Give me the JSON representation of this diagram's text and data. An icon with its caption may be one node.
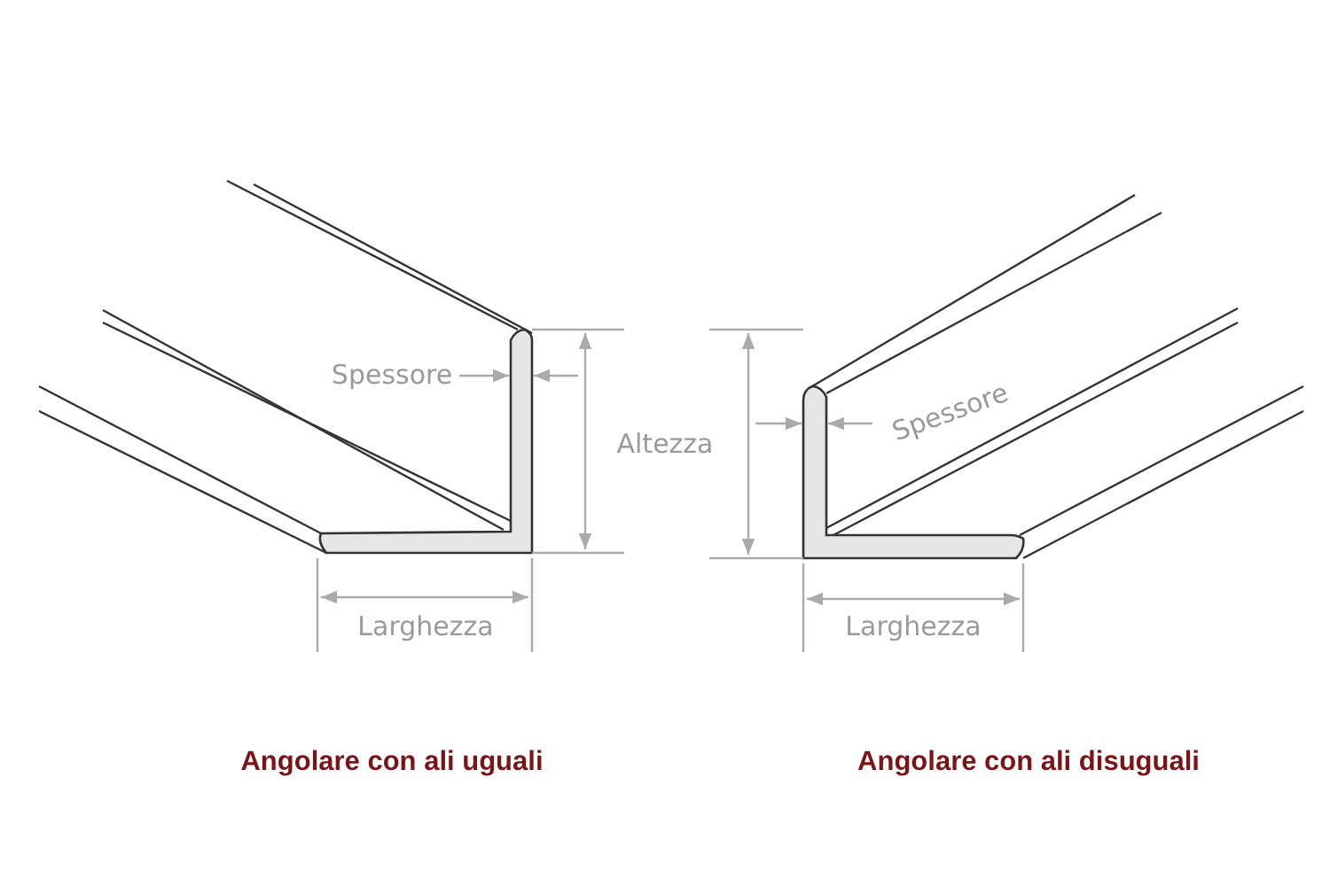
{
  "diagram": {
    "labels": [
      "Spessore",
      "Spessore",
      "Altezza",
      "Larghezza",
      "Larghezza",
      "Angolare con ali uguali",
      "Angolare con ali disuguali"
    ]
  }
}
